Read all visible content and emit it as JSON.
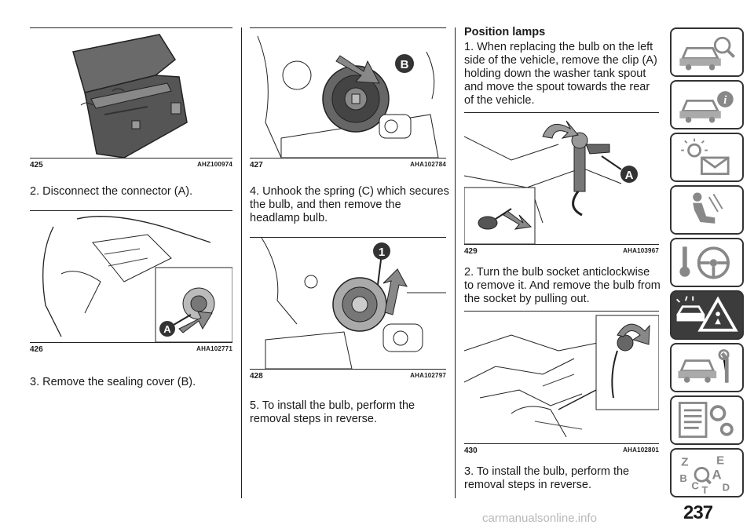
{
  "columns": [
    {
      "figures": [
        {
          "number": "425",
          "code": "AHZ100974"
        },
        {
          "number": "426",
          "code": "AHA102771",
          "callout": "A"
        }
      ],
      "paragraphs": [
        "2. Disconnect the connector (A).",
        "3. Remove the sealing cover (B)."
      ]
    },
    {
      "figures": [
        {
          "number": "427",
          "code": "AHA102784",
          "callout": "B"
        },
        {
          "number": "428",
          "code": "AHA102797",
          "callout": "1"
        }
      ],
      "paragraphs": [
        "4. Unhook the spring (C) which secures the bulb, and then remove the headlamp bulb.",
        "5. To install the bulb, perform the removal steps in reverse."
      ]
    },
    {
      "heading": "Position lamps",
      "figures": [
        {
          "number": "429",
          "code": "AHA103967",
          "callout": "A"
        },
        {
          "number": "430",
          "code": "AHA102801"
        }
      ],
      "paragraphs": [
        "1. When replacing the bulb on the left side of the vehicle, remove the clip (A) holding down the washer tank spout and move the spout towards the rear of the vehicle.",
        "2. Turn the bulb socket anticlockwise to remove it. And remove the bulb from the socket by pulling out.",
        "3. To install the bulb, perform the removal steps in reverse."
      ]
    }
  ],
  "side_tabs": [
    {
      "icon": "car-search-icon",
      "active": false
    },
    {
      "icon": "car-info-icon",
      "active": false
    },
    {
      "icon": "warning-lights-icon",
      "active": false
    },
    {
      "icon": "airbag-seat-icon",
      "active": false
    },
    {
      "icon": "key-steering-wheel-icon",
      "active": false
    },
    {
      "icon": "car-breakdown-warning-icon",
      "active": true
    },
    {
      "icon": "car-maintenance-icon",
      "active": false
    },
    {
      "icon": "technical-data-icon",
      "active": false
    },
    {
      "icon": "alphabetical-index-icon",
      "active": false
    }
  ],
  "index_letters": [
    "Z",
    "E",
    "A",
    "B",
    "C",
    "D",
    "T"
  ],
  "page_number": "237",
  "watermark": "carmanualsonline.info"
}
